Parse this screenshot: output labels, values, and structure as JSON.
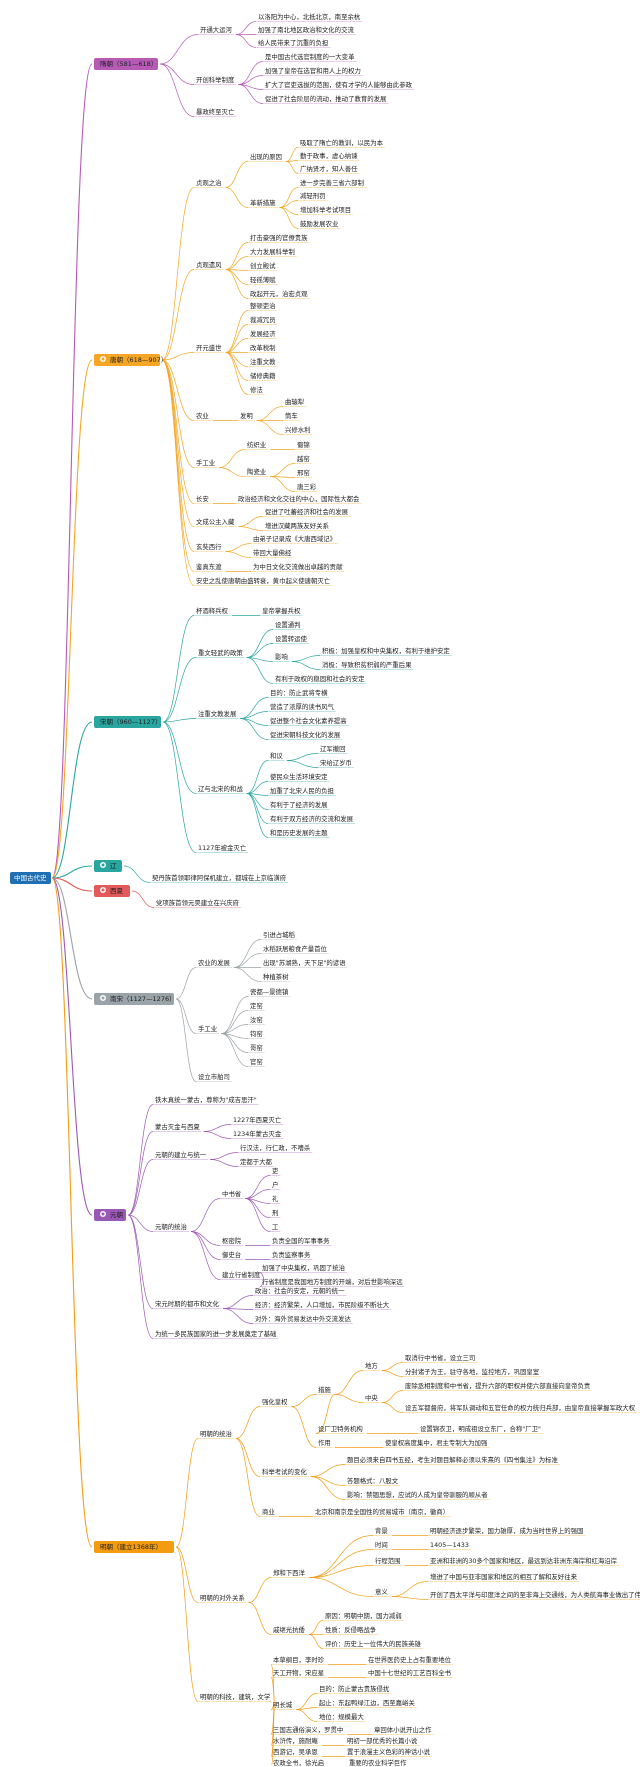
{
  "root": "中国古代史",
  "dynasties": [
    {
      "id": "sui",
      "label": "隋朝（581—618）",
      "color": "#b65ab6",
      "icon": "",
      "color_name": "purple"
    },
    {
      "id": "tang",
      "label": "唐朝（618—907）",
      "color": "#f5a623",
      "icon": "sun-icon",
      "color_name": "orange"
    },
    {
      "id": "song",
      "label": "宋朝（960—1127）",
      "color": "#2aa6a0",
      "icon": "",
      "color_name": "teal"
    },
    {
      "id": "liao",
      "label": "辽",
      "color": "#2aa6a0",
      "icon": "globe-icon",
      "color_name": "teal"
    },
    {
      "id": "xixia",
      "label": "西夏",
      "color": "#e25a5a",
      "icon": "globe-icon",
      "color_name": "red"
    },
    {
      "id": "nansong",
      "label": "南宋（1127—1276）",
      "color": "#9aa3a8",
      "icon": "globe-icon",
      "color_name": "gray"
    },
    {
      "id": "yuan",
      "label": "元朝",
      "color": "#9b59b6",
      "icon": "globe-icon",
      "color_name": "purple"
    },
    {
      "id": "ming",
      "label": "明朝（建立1368年）",
      "color": "#f39c12",
      "icon": "",
      "color_name": "orange"
    }
  ],
  "nodes": {
    "sui_1": "开通大运河",
    "sui_1_1": "以洛阳为中心，北抵北京，南至余杭",
    "sui_1_2": "加强了南北地区政治和文化的交流",
    "sui_1_3": "给人民带来了沉重的负担",
    "sui_2": "开创科举制度",
    "sui_2_1": "是中国古代选官制度的一大变革",
    "sui_2_2": "加强了皇帝在选官和用人上的权力",
    "sui_2_3": "扩大了官吏选拔的范围，使有才学的人能够由此参政",
    "sui_2_4": "促进了社会阶层的流动，推动了教育的发展",
    "sui_3": "暴政终至灭亡",
    "tang_1": "贞观之治",
    "tang_1_1": "出现的原因",
    "tang_1_1_1": "吸取了隋亡的教训，以民为本",
    "tang_1_1_2": "勤于政事，虚心纳谏",
    "tang_1_1_3": "广纳贤才，知人善任",
    "tang_1_2": "革新措施",
    "tang_1_2_1": "进一步完善三省六部制",
    "tang_1_2_2": "减轻刑罚",
    "tang_1_2_3": "增加科举考试项目",
    "tang_1_2_4": "鼓励发展农业",
    "tang_2": "贞观遗风",
    "tang_2_1": "打击豪强的官僚贵族",
    "tang_2_2": "大力发展科举制",
    "tang_2_3": "创立殿试",
    "tang_2_4": "轻徭薄赋",
    "tang_2_5": "政起开元，治宏贞观",
    "tang_3": "开元盛世",
    "tang_3_1": "整顿吏治",
    "tang_3_2": "裁减冗员",
    "tang_3_3": "发展经济",
    "tang_3_4": "改革税制",
    "tang_3_5": "注重文教",
    "tang_3_6": "储修典籍",
    "tang_3_7": "修法",
    "tang_4": "农业",
    "tang_4_1": "发明",
    "tang_4_1_1": "曲辕犁",
    "tang_4_1_2": "筒车",
    "tang_4_1_3": "兴修水利",
    "tang_5": "手工业",
    "tang_5_1": "纺织业",
    "tang_5_1_1": "蜀锦",
    "tang_5_2": "陶瓷业",
    "tang_5_2_1": "越窑",
    "tang_5_2_2": "邢窑",
    "tang_5_2_3": "唐三彩",
    "tang_6": "长安",
    "tang_6_1": "政治经济和文化交往的中心，国际性大都会",
    "tang_7": "文成公主入藏",
    "tang_7_1": "促进了吐蕃经济和社会的发展",
    "tang_7_2": "增进汉藏两族友好关系",
    "tang_8": "玄奘西行",
    "tang_8_1": "由弟子记录成《大唐西域记》",
    "tang_8_2": "带回大量佛经",
    "tang_9": "鉴真东渡",
    "tang_9_1": "为中日文化交流做出卓越的贡献",
    "tang_10": "安史之乱使唐朝由盛转衰，黄巾起义使唐朝灭亡",
    "song_1": "杯酒释兵权",
    "song_1_1": "皇帝掌握兵权",
    "song_2": "重文轻武的政策",
    "song_2_1": "设置通判",
    "song_2_2": "设置转运使",
    "song_2_3": "影响",
    "song_2_3_1": "积极：加强皇权和中央集权，有利于维护安定",
    "song_2_3_2": "消极：导致积贫积弱的严重后果",
    "song_2_4": "有利于政权的稳固和社会的安定",
    "song_3": "注重文教发展",
    "song_3_1": "目的：防止武将专横",
    "song_3_2": "营造了浓厚的读书风气",
    "song_3_3": "促进整个社会文化素养提高",
    "song_3_4": "促进宋朝科技文化的发展",
    "song_4": "辽与北宋的和战",
    "song_4_1": "和议",
    "song_4_1_1": "辽军撤回",
    "song_4_1_2": "宋给辽岁币",
    "song_4_2": "使民众生活环境安定",
    "song_4_3": "加重了北宋人民的负担",
    "song_4_4": "有利于了经济的发展",
    "song_4_5": "有利于双方经济的交流和发展",
    "song_4_6": "和是历史发展的主题",
    "song_5": "1127年被金灭亡",
    "liao_1": "契丹族首领耶律阿保机建立，都城在上京临潢府",
    "xixia_1": "党项族首领元昊建立在兴庆府",
    "ns_1": "农业的发展",
    "ns_1_1": "引进占城稻",
    "ns_1_2": "水稻跃居粮食产量首位",
    "ns_1_3": "出现\"苏湖熟，天下足\"的谚语",
    "ns_1_4": "种植茶树",
    "ns_2": "手工业",
    "ns_2_1": "瓷都—景德镇",
    "ns_2_2": "定窑",
    "ns_2_3": "汝窑",
    "ns_2_4": "钧窑",
    "ns_2_5": "哥窑",
    "ns_2_6": "官窑",
    "ns_3": "设立市舶司",
    "yuan_1": "铁木真统一蒙古，尊称为\"成吉思汗\"",
    "yuan_2": "蒙古灭金与西夏",
    "yuan_2_1": "1227年西夏灭亡",
    "yuan_2_2": "1234年蒙古灭金",
    "yuan_3": "元朝的建立与统一",
    "yuan_3_1": "行汉法，行仁政，不嗜杀",
    "yuan_3_2": "定都于大都",
    "yuan_4": "元朝的统治",
    "yuan_4_1": "中书省",
    "yuan_4_1_1": "吏",
    "yuan_4_1_2": "户",
    "yuan_4_1_3": "礼",
    "yuan_4_1_4": "刑",
    "yuan_4_1_5": "工",
    "yuan_4_2": "枢密院",
    "yuan_4_2_1": "负责全国的军事事务",
    "yuan_4_3": "御史台",
    "yuan_4_3_1": "负责监察事务",
    "yuan_4_4": "建立行省制度",
    "yuan_4_4_1": "加强了中央集权，巩固了统治",
    "yuan_4_4_2": "行省制度是我国地方制度的开端，对后世影响深远",
    "yuan_5": "宋元时期的都市和文化",
    "yuan_5_1": "政治：社会的安定，元朝的统一",
    "yuan_5_2": "经济：经济繁荣，人口增加，市民阶级不断壮大",
    "yuan_5_3": "对外：海外贸易发达中外交流发达",
    "yuan_6": "为统一多民族国家的进一步发展奠定了基础",
    "ming_1": "明朝的统治",
    "ming_1_1": "强化皇权",
    "ming_1_1_1": "措施",
    "ming_1_1_1_1": "地方",
    "ming_1_1_1_1_1": "取消行中书省，设立三司",
    "ming_1_1_1_1_2": "分封诸子为王，驻守各地，监控地方，巩固皇室",
    "ming_1_1_1_2": "中央",
    "ming_1_1_1_2_1": "废除丞相制度和中书省，提升六部的职权并使六部直接向皇帝负责",
    "ming_1_1_1_2_2": "设五军都督府，将军队调动和五官任命的权力统归兵部，由皇帝直接掌握军政大权",
    "ming_1_1_1_3": "设厂卫特务机构",
    "ming_1_1_1_3_1": "设置锦衣卫，明成祖设立东厂，合称\"厂卫\"",
    "ming_1_1_2": "作用",
    "ming_1_1_2_1": "使皇权高度集中，君主专制大为加强",
    "ming_1_2": "科举考试的变化",
    "ming_1_2_1": "题目必须来自四书五经，考生对题目解释必须以朱熹的《四书集注》为标准",
    "ming_1_2_2": "答题格式：八股文",
    "ming_1_2_3": "影响：禁锢思想，应试的人成为皇帝驯服的顺从者",
    "ming_1_3": "商业",
    "ming_1_3_1": "北京和南京是全国性的贸易城市（南京，徽商）",
    "ming_2": "明朝的对外关系",
    "ming_2_1": "郑和下西洋",
    "ming_2_1_1": "背景",
    "ming_2_1_1_1": "明朝经济逐步繁荣，国力雄厚，成为当时世界上的强国",
    "ming_2_1_2": "时间",
    "ming_2_1_2_1": "1405—1433",
    "ming_2_1_3": "行程范围",
    "ming_2_1_3_1": "亚洲和非洲的30多个国家和地区，最远到达非洲东海岸和红海沿岸",
    "ming_2_1_4": "意义",
    "ming_2_1_4_1": "增进了中国与亚非国家和地区的相互了解和友好往来",
    "ming_2_1_4_2": "开创了西太平洋与印度洋之间的至非海上交通线，为人类航海事业做出了伟大贡献",
    "ming_2_2": "戚继光抗倭",
    "ming_2_2_1": "原因：明朝中期，国力减弱",
    "ming_2_2_2": "性质：反侵略战争",
    "ming_2_2_3": "评价：历史上一位伟大的民族英雄",
    "ming_3": "明朝的科技，建筑，文学",
    "ming_3_1": "本草纲目，李时珍",
    "ming_3_1_1": "在世界医药史上占有重要地位",
    "ming_3_2": "天工开物，宋应星",
    "ming_3_2_1": "中国十七世纪的工艺百科全书",
    "ming_3_3": "明长城",
    "ming_3_3_1": "目的：防止蒙古贵族侵扰",
    "ming_3_3_2": "起止：东起鸭绿江边，西至嘉峪关",
    "ming_3_3_3": "地位：规模最大",
    "ming_3_4": "三国志通俗演义，罗贯中",
    "ming_3_4_1": "章回体小说开山之作",
    "ming_3_5": "水浒传，施耐庵",
    "ming_3_5_1": "明初一部优秀的长篇小说",
    "ming_3_6": "西游记，吴承恩",
    "ming_3_6_1": "置于浪漫主义色彩的神话小说",
    "ming_3_7": "农政全书，徐光启",
    "ming_3_7_1": "重要的农业科学巨作"
  }
}
